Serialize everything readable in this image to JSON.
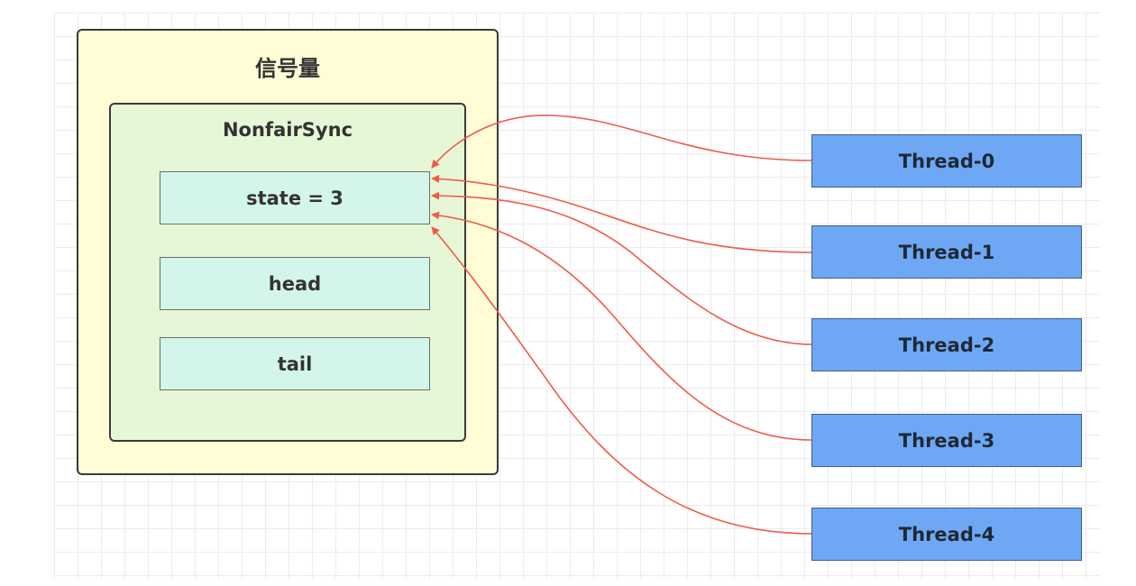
{
  "semaphore": {
    "title": "信号量",
    "sync": {
      "title": "NonfairSync",
      "fields": [
        "state = 3",
        "head",
        "tail"
      ]
    }
  },
  "threads": [
    "Thread-0",
    "Thread-1",
    "Thread-2",
    "Thread-3",
    "Thread-4"
  ],
  "colors": {
    "semaphore_fill": "#fffcd6",
    "sync_fill": "#e5f7d6",
    "field_fill": "#d4f5ea",
    "thread_fill": "#6ea8f5",
    "arrow": "#f05a4a"
  }
}
